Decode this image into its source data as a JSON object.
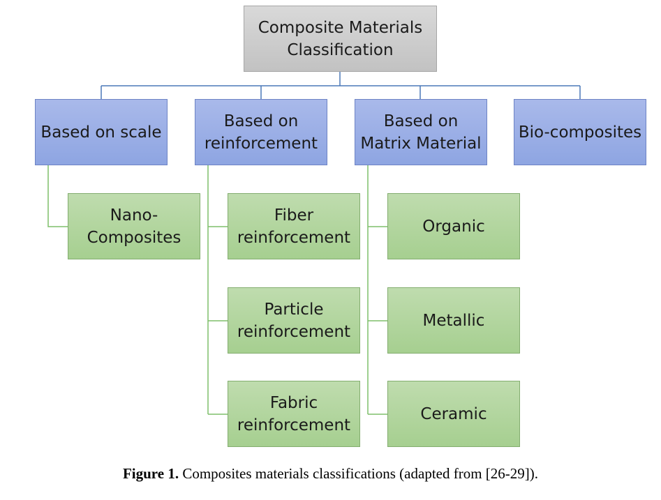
{
  "root": {
    "label": "Composite Materials\nClassification"
  },
  "categories": [
    {
      "label": "Based on scale"
    },
    {
      "label": "Based on\nreinforcement"
    },
    {
      "label": "Based on\nMatrix Material"
    },
    {
      "label": "Bio-composites"
    }
  ],
  "leaves": {
    "scale": [
      {
        "label": "Nano-\nComposites"
      }
    ],
    "reinforcement": [
      {
        "label": "Fiber\nreinforcement"
      },
      {
        "label": "Particle\nreinforcement"
      },
      {
        "label": "Fabric\nreinforcement"
      }
    ],
    "matrix": [
      {
        "label": "Organic"
      },
      {
        "label": "Metallic"
      },
      {
        "label": "Ceramic"
      }
    ]
  },
  "caption": {
    "prefix": "Figure 1.",
    "text": " Composites materials classifications (adapted from [26-29])."
  },
  "colors": {
    "root_fill": "#c9c9c9",
    "category_fill": "#9aaee5",
    "leaf_fill": "#b3d59f",
    "blue_connector": "#4a78b8",
    "green_connector": "#7fbf6a"
  }
}
